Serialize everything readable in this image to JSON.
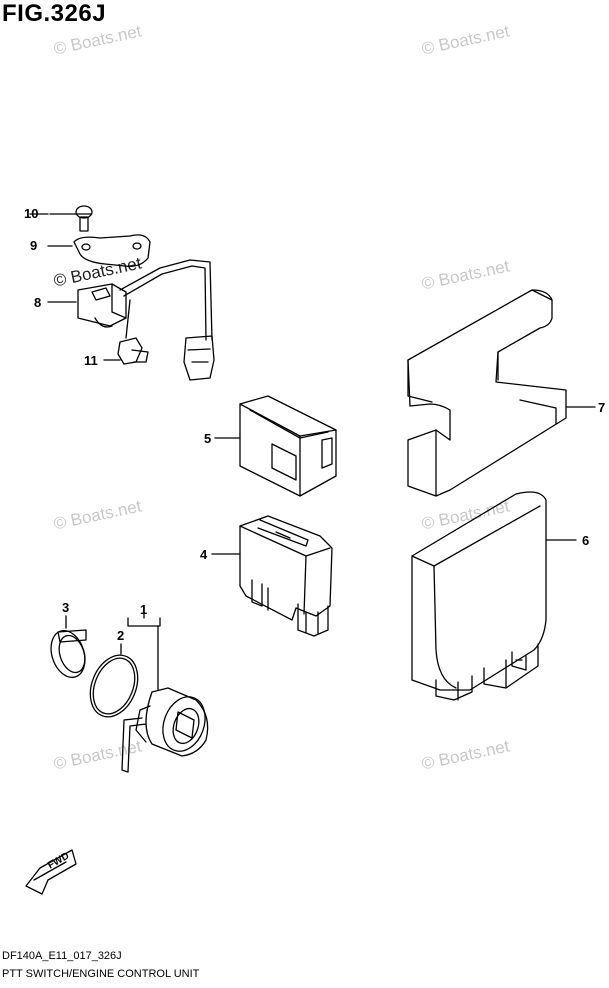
{
  "figure": {
    "title": "FIG.326J"
  },
  "watermark": {
    "text": "© Boats.net"
  },
  "callouts": [
    "10",
    "9",
    "8",
    "11",
    "7",
    "5",
    "6",
    "4",
    "3",
    "2",
    "1"
  ],
  "fwd_badge": {
    "text": "FWD"
  },
  "footer": {
    "code": "DF140A_E11_017_326J",
    "caption": "PTT SWITCH/ENGINE CONTROL UNIT"
  }
}
